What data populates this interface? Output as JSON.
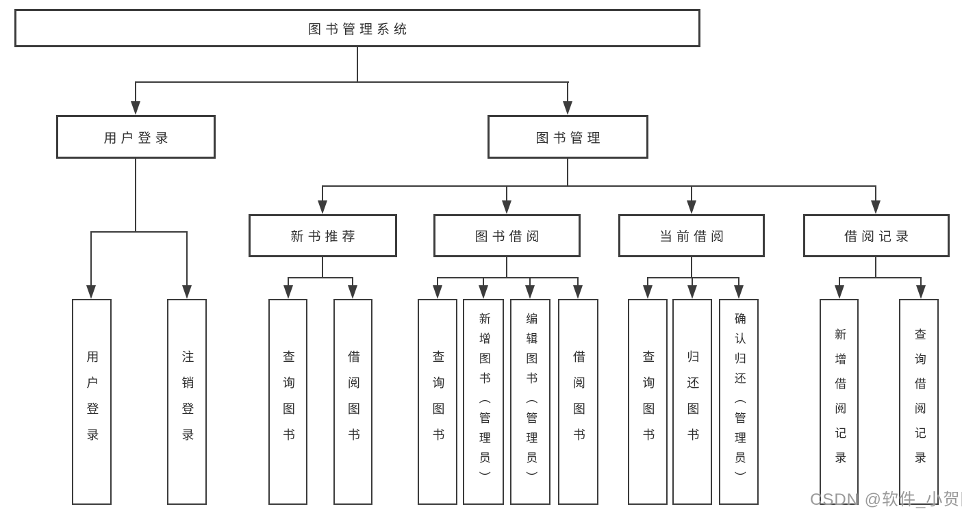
{
  "tree": {
    "label": "图书管理系统",
    "children": [
      {
        "label": "用户登录",
        "children": [
          {
            "label": "用户登录"
          },
          {
            "label": "注销登录"
          }
        ]
      },
      {
        "label": "图书管理",
        "children": [
          {
            "label": "新书推荐",
            "children": [
              {
                "label": "查询图书"
              },
              {
                "label": "借阅图书"
              }
            ]
          },
          {
            "label": "图书借阅",
            "children": [
              {
                "label": "查询图书"
              },
              {
                "label": "新增图书（管理员）"
              },
              {
                "label": "编辑图书（管理员）"
              },
              {
                "label": "借阅图书"
              }
            ]
          },
          {
            "label": "当前借阅",
            "children": [
              {
                "label": "查询图书"
              },
              {
                "label": "归还图书"
              },
              {
                "label": "确认归还（管理员）"
              }
            ]
          },
          {
            "label": "借阅记录",
            "children": [
              {
                "label": "新增借阅记录"
              },
              {
                "label": "查询借阅记录"
              }
            ]
          }
        ]
      }
    ]
  },
  "watermark": {
    "text": "CSDN @软件_小贺同学"
  },
  "colors": {
    "background": "#ffffff",
    "border": "#3c3c3c",
    "line": "#3c3c3c",
    "text": "#2f2f2f",
    "watermark": "#919191"
  }
}
